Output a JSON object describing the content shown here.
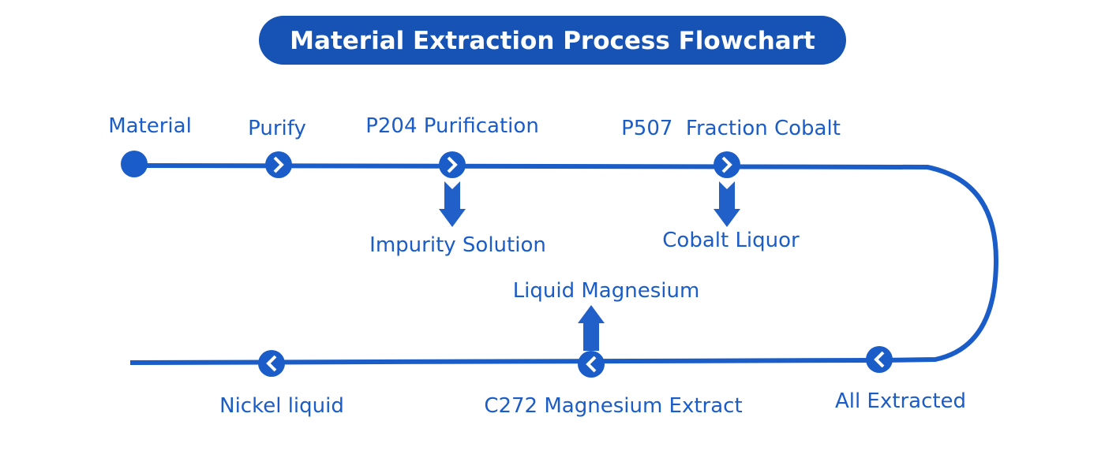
{
  "title": "Material Extraction Process Flowchart",
  "colors": {
    "primary": "#1a5cc8",
    "title_bg": "#1753b5",
    "arrow": "#2060c8"
  },
  "nodes": {
    "material": "Material",
    "purify": "Purify",
    "p204": "P204 Purification",
    "p507": "P507  Fraction Cobalt",
    "all_extracted": "All Extracted",
    "c272": "C272 Magnesium Extract",
    "nickel": "Nickel liquid"
  },
  "outputs": {
    "impurity": "Impurity Solution",
    "cobalt": "Cobalt Liquor",
    "magnesium": "Liquid Magnesium"
  }
}
